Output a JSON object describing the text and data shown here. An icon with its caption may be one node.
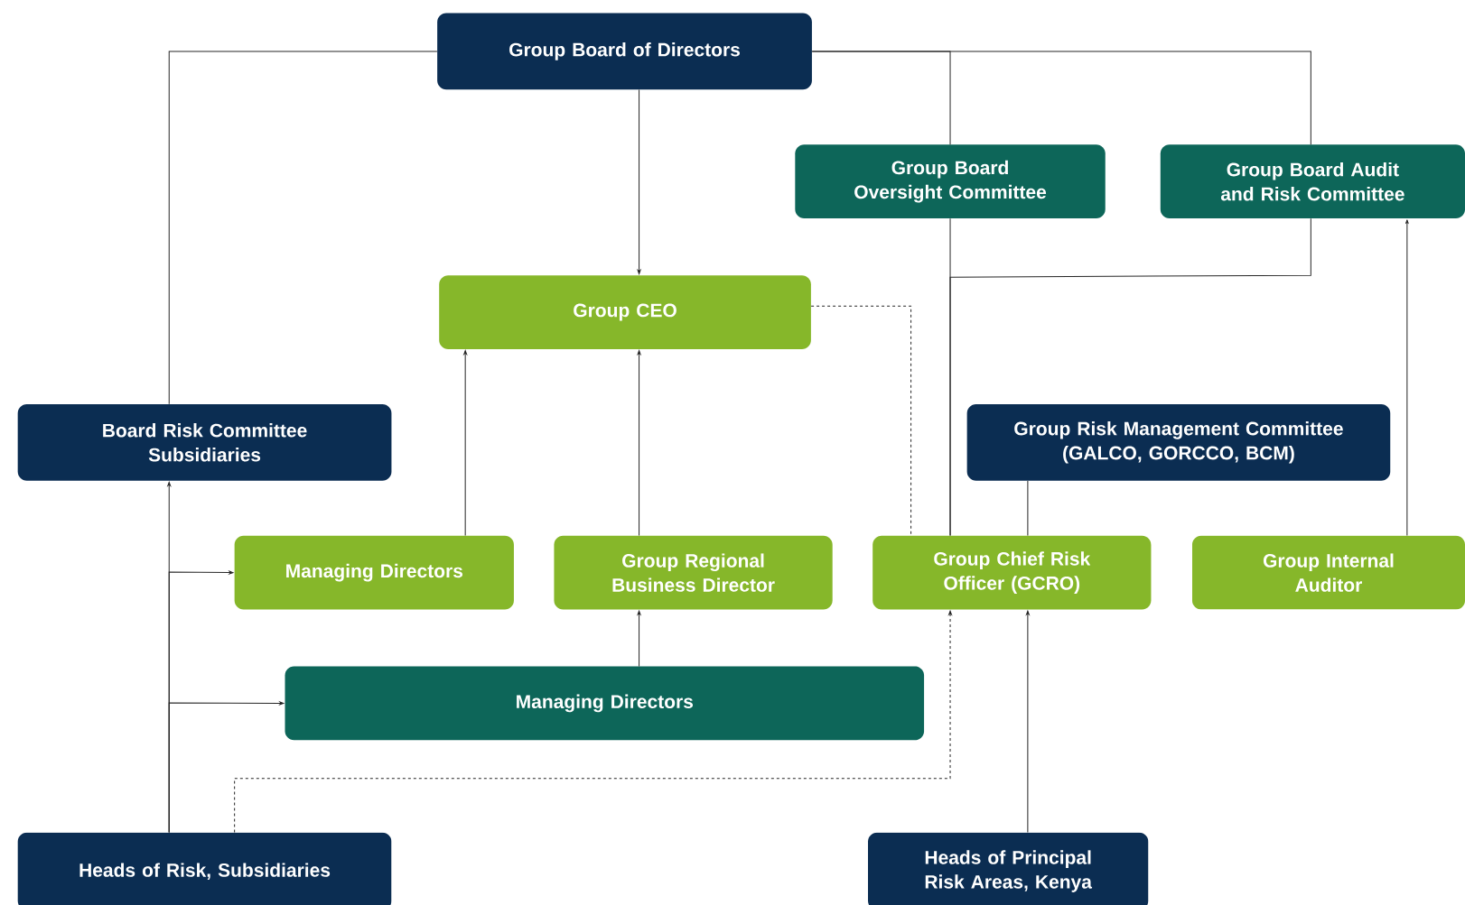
{
  "diagram": {
    "nodes": [
      {
        "text": [
          "Group Board of Directors"
        ]
      },
      {
        "text": [
          "Group Board Oversight Committee"
        ]
      },
      {
        "text": [
          "Group Board Audit and Risk Committee"
        ]
      },
      {
        "text": [
          "Group CEO"
        ]
      },
      {
        "text": [
          "Board Risk Committee Subsidiaries"
        ]
      },
      {
        "text": [
          "Group Risk Management Committee (GALCO, GORCCO, BCM)"
        ]
      },
      {
        "text": [
          "Managing Directors"
        ]
      },
      {
        "text": [
          "Group Regional Business Director"
        ]
      },
      {
        "text": [
          "Group Chief Risk Officer (GCRO)"
        ]
      },
      {
        "text": [
          "Group Internal Auditor"
        ]
      },
      {
        "text": [
          "Managing Directors"
        ]
      },
      {
        "text": [
          "Heads of Risk, Subsidiaries"
        ]
      },
      {
        "text": [
          "Heads of Principal Risk Areas, Kenya"
        ]
      }
    ],
    "edges": [
      {
        "from": 0,
        "to": 4,
        "arrow": "none"
      },
      {
        "from": 0,
        "to": 1,
        "arrow": "none"
      },
      {
        "from": 0,
        "to": 2,
        "arrow": "none"
      },
      {
        "from": 0,
        "to": 3,
        "arrow": "to"
      },
      {
        "from": 1,
        "to": 8,
        "arrow": "none"
      },
      {
        "from": 2,
        "to": 8,
        "arrow": "none"
      },
      {
        "from": 3,
        "to": 8,
        "arrow": "none",
        "style": "dashed"
      },
      {
        "from": 6,
        "to": 3,
        "arrow": "to"
      },
      {
        "from": 7,
        "to": 3,
        "arrow": "to"
      },
      {
        "from": 10,
        "to": 7,
        "arrow": "to"
      },
      {
        "from": 5,
        "to": 8,
        "arrow": "none"
      },
      {
        "from": 9,
        "to": 2,
        "arrow": "to"
      },
      {
        "from": 11,
        "to": 4,
        "arrow": "to"
      },
      {
        "from": 11,
        "to": 6,
        "arrow": "to"
      },
      {
        "from": 11,
        "to": 10,
        "arrow": "to"
      },
      {
        "from": 11,
        "to": 8,
        "arrow": "to",
        "style": "dashed"
      },
      {
        "from": 12,
        "to": 8,
        "arrow": "to"
      }
    ]
  }
}
